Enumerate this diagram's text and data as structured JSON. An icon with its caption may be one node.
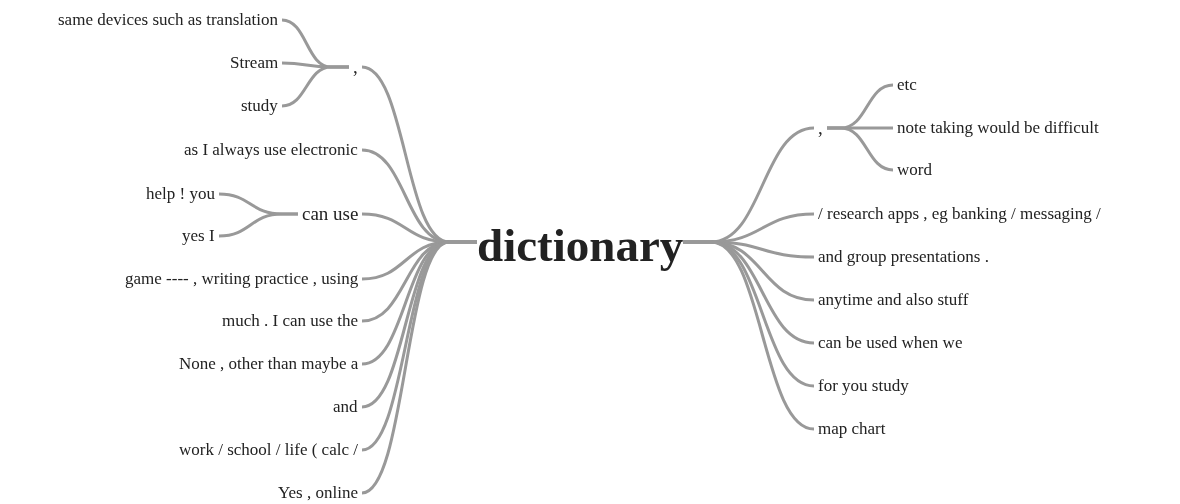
{
  "diagram": {
    "nodes": [
      {
        "text": [
          "dictionary"
        ]
      },
      {
        "text": [
          ","
        ]
      },
      {
        "text": [
          "same devices such as translation"
        ]
      },
      {
        "text": [
          "Stream"
        ]
      },
      {
        "text": [
          "study"
        ]
      },
      {
        "text": [
          "as I always use electronic"
        ]
      },
      {
        "text": [
          "can use"
        ]
      },
      {
        "text": [
          "help ! you"
        ]
      },
      {
        "text": [
          "yes I"
        ]
      },
      {
        "text": [
          "game ---- , writing practice , using"
        ]
      },
      {
        "text": [
          "much . I can use the"
        ]
      },
      {
        "text": [
          "None , other than maybe a"
        ]
      },
      {
        "text": [
          "and"
        ]
      },
      {
        "text": [
          "work / school / life ( calc /"
        ]
      },
      {
        "text": [
          "Yes , online"
        ]
      },
      {
        "text": [
          ","
        ]
      },
      {
        "text": [
          "etc"
        ]
      },
      {
        "text": [
          "note taking would be difficult"
        ]
      },
      {
        "text": [
          "word"
        ]
      },
      {
        "text": [
          "/ research apps , eg banking / messaging /"
        ]
      },
      {
        "text": [
          "and group presentations ."
        ]
      },
      {
        "text": [
          "anytime and also stuff"
        ]
      },
      {
        "text": [
          "can be used when we"
        ]
      },
      {
        "text": [
          "for you study"
        ]
      },
      {
        "text": [
          "map chart"
        ]
      }
    ],
    "edges": [
      {
        "from": 0,
        "to": 1,
        "arrow": "none"
      },
      {
        "from": 1,
        "to": 2,
        "arrow": "none"
      },
      {
        "from": 1,
        "to": 3,
        "arrow": "none"
      },
      {
        "from": 1,
        "to": 4,
        "arrow": "none"
      },
      {
        "from": 0,
        "to": 5,
        "arrow": "none"
      },
      {
        "from": 0,
        "to": 6,
        "arrow": "none"
      },
      {
        "from": 6,
        "to": 7,
        "arrow": "none"
      },
      {
        "from": 6,
        "to": 8,
        "arrow": "none"
      },
      {
        "from": 0,
        "to": 9,
        "arrow": "none"
      },
      {
        "from": 0,
        "to": 10,
        "arrow": "none"
      },
      {
        "from": 0,
        "to": 11,
        "arrow": "none"
      },
      {
        "from": 0,
        "to": 12,
        "arrow": "none"
      },
      {
        "from": 0,
        "to": 13,
        "arrow": "none"
      },
      {
        "from": 0,
        "to": 14,
        "arrow": "none"
      },
      {
        "from": 0,
        "to": 15,
        "arrow": "none"
      },
      {
        "from": 15,
        "to": 16,
        "arrow": "none"
      },
      {
        "from": 15,
        "to": 17,
        "arrow": "none"
      },
      {
        "from": 15,
        "to": 18,
        "arrow": "none"
      },
      {
        "from": 0,
        "to": 19,
        "arrow": "none"
      },
      {
        "from": 0,
        "to": 20,
        "arrow": "none"
      },
      {
        "from": 0,
        "to": 21,
        "arrow": "none"
      },
      {
        "from": 0,
        "to": 22,
        "arrow": "none"
      },
      {
        "from": 0,
        "to": 23,
        "arrow": "none"
      },
      {
        "from": 0,
        "to": 24,
        "arrow": "none"
      }
    ]
  }
}
